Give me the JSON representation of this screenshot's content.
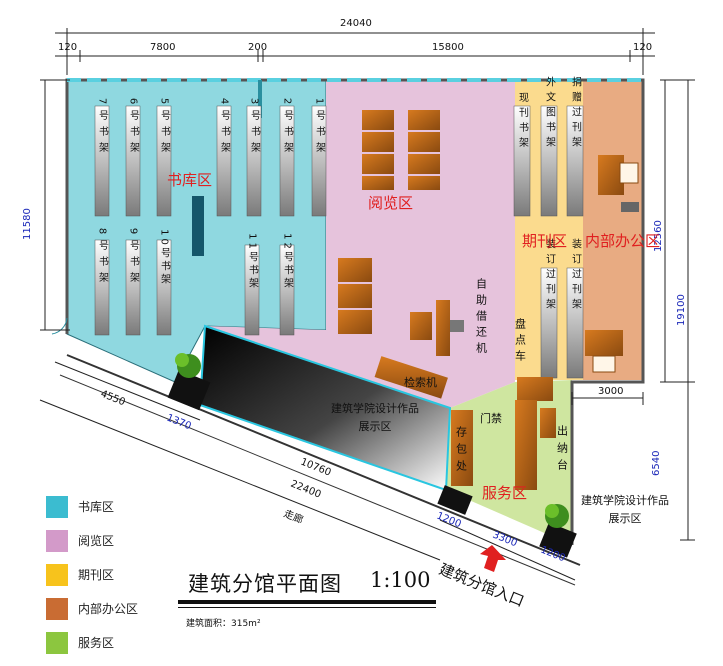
{
  "dimensions": {
    "top_total": "24040",
    "top_parts": [
      "120",
      "7800",
      "200",
      "15800",
      "120"
    ],
    "left": "11580",
    "right_inner": "12560",
    "right_outer": "19100",
    "right_lower": "6540",
    "office_width": "3000",
    "diagonal_left": "4550",
    "plant_left": "1370",
    "exhibit_length": "10760",
    "corridor_length": "22400",
    "entry_left": "1200",
    "entry_width": "3300",
    "entry_right": "1200"
  },
  "zones": {
    "stacks": "书库区",
    "reading": "阅览区",
    "periodicals": "期刊区",
    "office": "内部办公区",
    "service": "服务区",
    "exhibit": "建筑学院设计作品展示区",
    "exhibit_outside": "建筑学院设计作品展示区",
    "corridor": "走廊"
  },
  "shelves": [
    {
      "label": "7号书架"
    },
    {
      "label": "6号书架"
    },
    {
      "label": "5号书架"
    },
    {
      "label": "4号书架"
    },
    {
      "label": "3号书架"
    },
    {
      "label": "2号书架"
    },
    {
      "label": "1号书架"
    },
    {
      "label": "8号书架"
    },
    {
      "label": "9号书架"
    },
    {
      "label": "10号书架"
    },
    {
      "label": "11号书架"
    },
    {
      "label": "12号书架"
    }
  ],
  "periodical_shelves": [
    {
      "label": "现刊书架"
    },
    {
      "label": "外文图书架"
    },
    {
      "label": "捐赠过刊架"
    },
    {
      "label": "装订过刊架"
    },
    {
      "label": "装订过刊架"
    }
  ],
  "facilities": {
    "self_service": "自助借还机",
    "retrieval": "检索机",
    "inventory_cart": "盘点车",
    "security_gate": "门禁",
    "storage": "存包处",
    "circulation_desk": "出纳台"
  },
  "entrance": "建筑分馆入口",
  "legend": [
    {
      "label": "书库区",
      "color": "#3bbcd0"
    },
    {
      "label": "阅览区",
      "color": "#d39ac9"
    },
    {
      "label": "期刊区",
      "color": "#f7c31c"
    },
    {
      "label": "内部办公区",
      "color": "#c96c33"
    },
    {
      "label": "服务区",
      "color": "#8cc63f"
    }
  ],
  "title": {
    "main": "建筑分馆平面图",
    "scale": "1:100",
    "area": "建筑面积：315m²"
  },
  "colors": {
    "stacks": "#8fd8e0",
    "reading": "#e6c3dc",
    "periodicals": "#fbdb8e",
    "office": "#e8ab82",
    "service": "#cfe6a0",
    "dimension_text": "#1a27b8",
    "zone_text": "#e02020",
    "shelf_text": "#111111"
  }
}
